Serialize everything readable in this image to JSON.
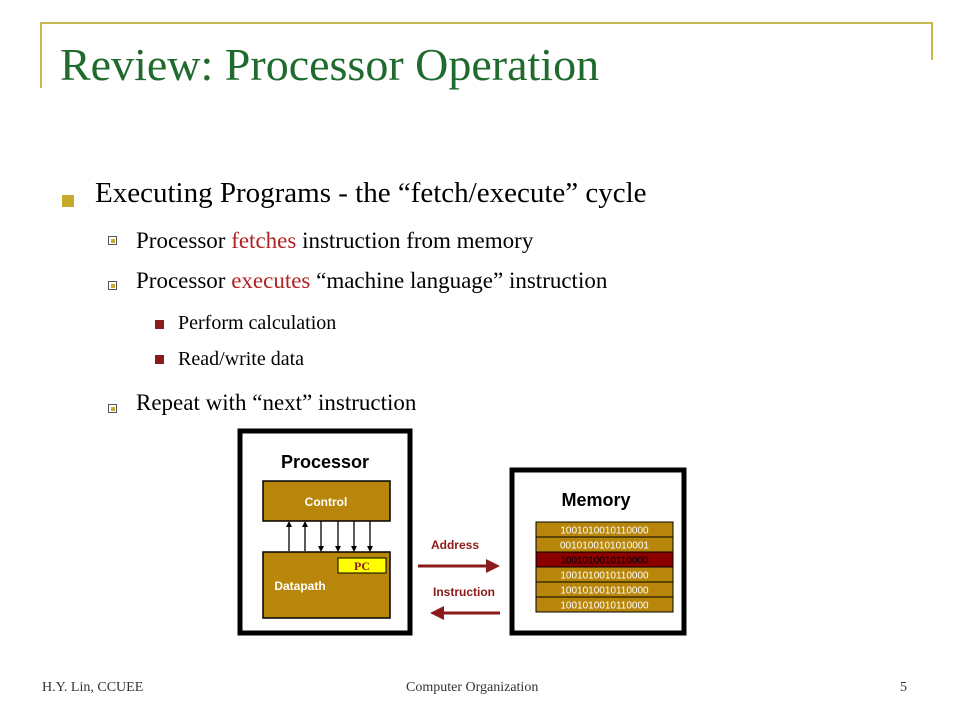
{
  "slide": {
    "title": "Review: Processor Operation",
    "bullet": "Executing Programs - the “fetch/execute” cycle",
    "sub": [
      {
        "pre": "Processor ",
        "hl": "fetches",
        "post": " instruction from memory"
      },
      {
        "pre": "Processor ",
        "hl": "executes",
        "post": " “machine language” instruction"
      },
      {
        "pre": "Repeat with “next” instruction",
        "hl": "",
        "post": ""
      }
    ],
    "subsub": [
      "Perform calculation",
      "Read/write data"
    ]
  },
  "diagram": {
    "processor_label": "Processor",
    "control_label": "Control",
    "datapath_label": "Datapath",
    "pc_label": "PC",
    "memory_label": "Memory",
    "address_label": "Address",
    "instruction_label": "Instruction",
    "memory_words": [
      "1001010010110000",
      "0010100101010001",
      "1001010010110000",
      "1001010010110000",
      "1001010010110000",
      "1001010010110000"
    ],
    "highlight_row": 2,
    "colors": {
      "box": "#b8860b",
      "highlight": "#8b0000",
      "arrow": "#8b1a1a",
      "pc": "#ffff00",
      "accent": "#1f6b2e"
    }
  },
  "footer": {
    "left": "H.Y. Lin, CCUEE",
    "center": "Computer Organization",
    "page": "5"
  }
}
